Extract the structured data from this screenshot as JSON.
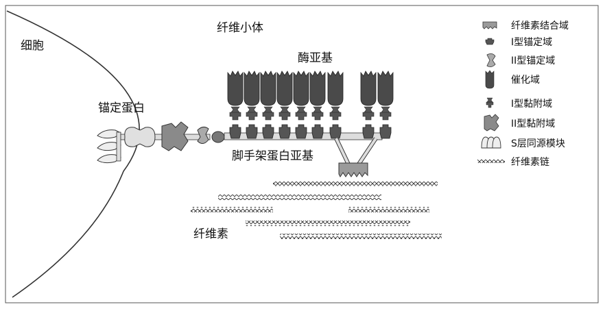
{
  "labels": {
    "cell": "细胞",
    "cellulosome": "纤维小体",
    "enzyme_subunits": "酶亚基",
    "anchor_protein": "锚定蛋白",
    "scaffoldin": "脚手架蛋白亚基",
    "cellulose": "纤维素"
  },
  "legend": [
    {
      "icon": "cbm-icon",
      "label": "纤维素结合域"
    },
    {
      "icon": "type1-cohesin-icon",
      "label": "I型锚定域"
    },
    {
      "icon": "type2-cohesin-icon",
      "label": "II型锚定域"
    },
    {
      "icon": "catalytic-domain-icon",
      "label": "催化域"
    },
    {
      "icon": "type1-dockerin-icon",
      "label": "I型黏附域"
    },
    {
      "icon": "type2-dockerin-icon",
      "label": "II型黏附域"
    },
    {
      "icon": "slh-module-icon",
      "label": "S层同源模块"
    },
    {
      "icon": "cellulose-chain-icon",
      "label": "纤维素链"
    }
  ]
}
